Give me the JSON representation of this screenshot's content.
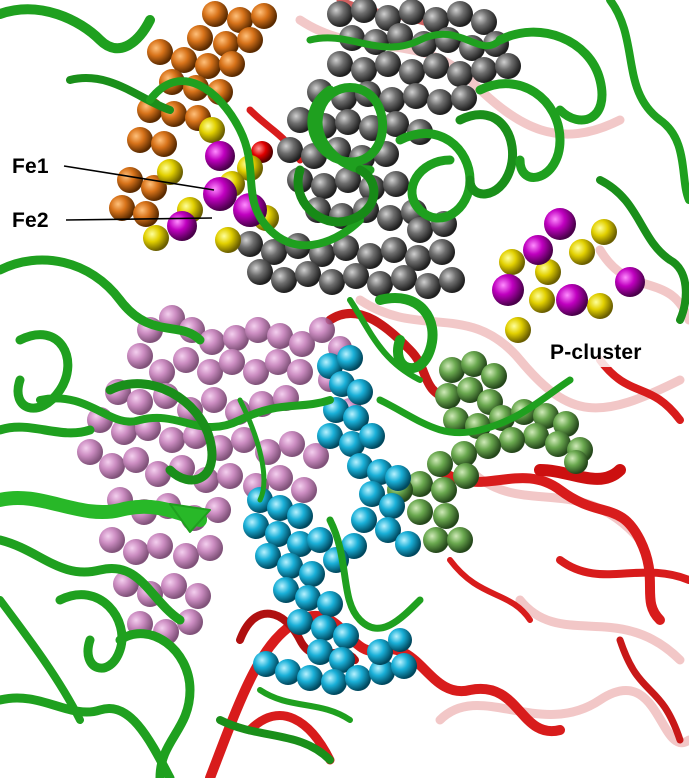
{
  "labels": {
    "fe1": "Fe1",
    "fe2": "Fe2",
    "p_cluster": "P-cluster"
  },
  "colors": {
    "background": "#ffffff",
    "ribbon_green": "#1fa01f",
    "ribbon_red": "#d81c1c",
    "atom_magenta": "#c000c0",
    "atom_yellow": "#e6d400",
    "atom_orange": "#d8731a",
    "atom_gray": "#707070",
    "atom_pink": "#c47ab8",
    "atom_cyan": "#1ab0d8",
    "atom_lightgreen": "#6aa84f"
  }
}
